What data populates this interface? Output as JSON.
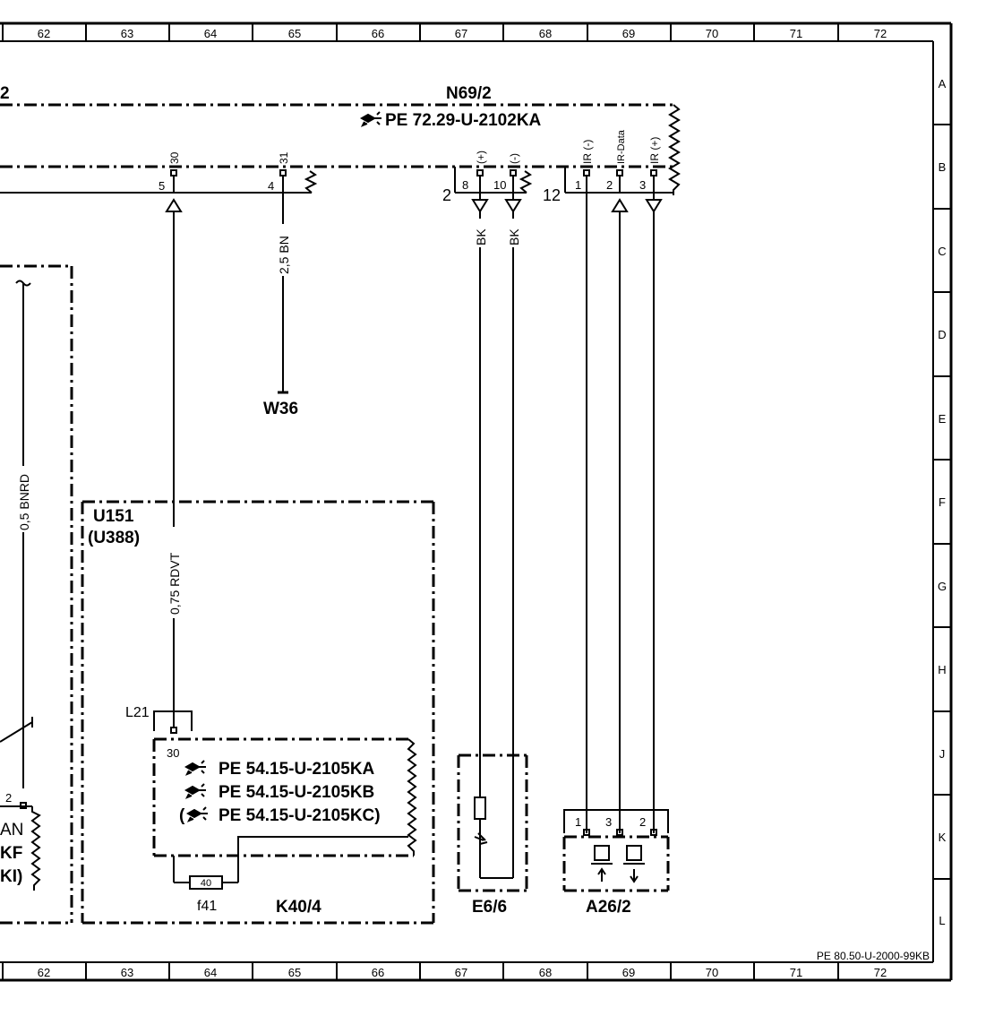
{
  "grid": {
    "columns": [
      "62",
      "63",
      "64",
      "65",
      "66",
      "67",
      "68",
      "69",
      "70",
      "71",
      "72"
    ],
    "rows": [
      "A",
      "B",
      "C",
      "D",
      "E",
      "F",
      "G",
      "H",
      "J",
      "K",
      "L"
    ],
    "footer_ref": "PE 80.50-U-2000-99KB"
  },
  "n69_2": {
    "title": "N69/2",
    "ref": "PE 72.29-U-2102KA",
    "left_label": "2",
    "pins": {
      "p30": "30",
      "p31": "31",
      "p5": "5",
      "p4": "4",
      "p8": "8",
      "p10": "10",
      "p_plus": "(+)",
      "p_minus": "(-)",
      "p2": "2",
      "p12": "12",
      "p1": "1",
      "p2b": "2",
      "p3": "3",
      "ir_minus": "IR (-)",
      "ir_data": "IR-Data",
      "ir_plus": "IR (+)"
    }
  },
  "wires": {
    "bn": "2,5 BN",
    "bnrd": "0,5 BNRD",
    "rdvt": "0,75 RDVT",
    "bk1": "BK",
    "bk2": "BK"
  },
  "w36": "W36",
  "u151": {
    "line1": "U151",
    "line2": "(U388)"
  },
  "k40_4": {
    "name": "K40/4",
    "l21": "L21",
    "pin30": "30",
    "refs": [
      "PE 54.15-U-2105KA",
      "PE 54.15-U-2105KB",
      "PE 54.15-U-2105KC)"
    ],
    "ref3_prefix": "(",
    "fuse_value": "40",
    "fuse_name": "f41"
  },
  "e6_6": {
    "name": "E6/6"
  },
  "a26_2": {
    "name": "A26/2",
    "pins": [
      "1",
      "3",
      "2"
    ]
  },
  "left_fragment": {
    "pin": "2",
    "lines": [
      "AN",
      "KF",
      "KI)"
    ]
  }
}
